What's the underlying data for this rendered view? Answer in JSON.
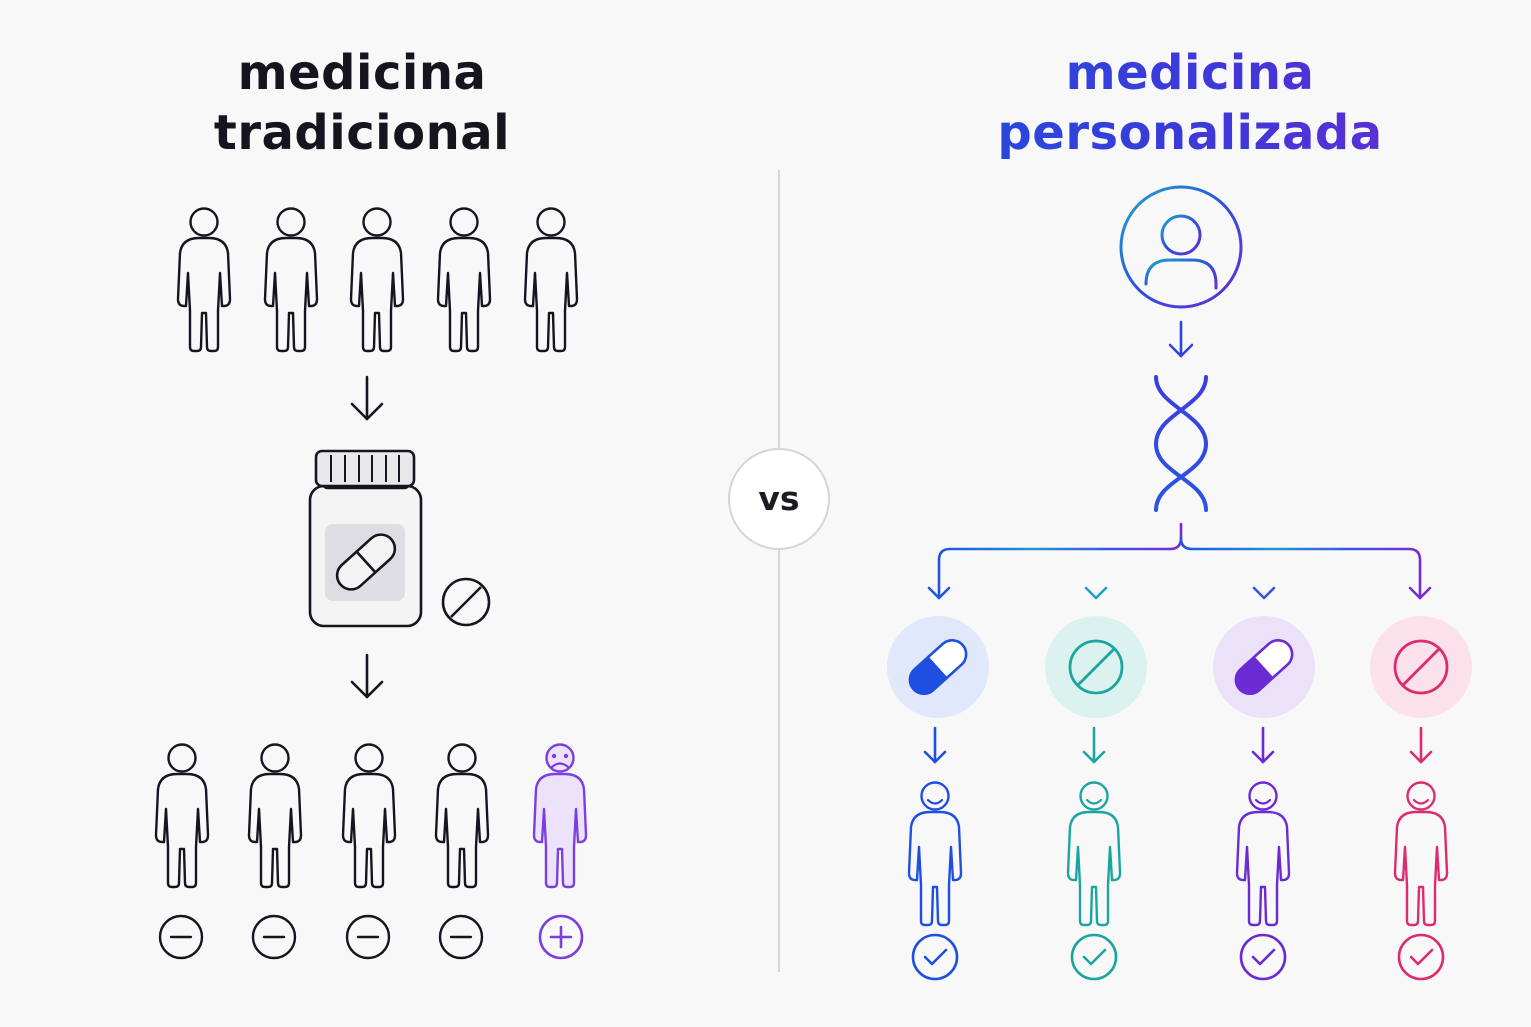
{
  "left": {
    "title_line1": "medicina",
    "title_line2": "tradicional",
    "color": "#16151f",
    "highlight_color": "#7b3fe0",
    "population_icon": "person-icon",
    "drug_icon": "pill-bottle-icon",
    "extra_icon": "pill-tablet-icon",
    "outcomes": [
      {
        "icon": "minus-circle-icon",
        "person": "neutral"
      },
      {
        "icon": "minus-circle-icon",
        "person": "neutral"
      },
      {
        "icon": "minus-circle-icon",
        "person": "neutral"
      },
      {
        "icon": "minus-circle-icon",
        "person": "neutral"
      },
      {
        "icon": "plus-circle-icon",
        "person": "sad-highlighted"
      }
    ]
  },
  "divider": {
    "label": "vs",
    "color": "#d5d5d8"
  },
  "right": {
    "title_line1": "medicina",
    "title_line2": "personalizada",
    "gradient": [
      "#1f4fe0",
      "#6a2ad4"
    ],
    "patient_icon": "user-circle-icon",
    "dna_icon": "dna-icon",
    "branches": [
      {
        "color": "#1f4fe0",
        "bg": "#e1e8fb",
        "treatment_icon": "capsule-icon",
        "outcome_icon": "check-circle-icon"
      },
      {
        "color": "#1aa5a0",
        "bg": "#dcf2ef",
        "treatment_icon": "tablet-icon",
        "outcome_icon": "check-circle-icon"
      },
      {
        "color": "#6a2ad4",
        "bg": "#ebe2fa",
        "treatment_icon": "capsule-icon",
        "outcome_icon": "check-circle-icon"
      },
      {
        "color": "#dc2b6f",
        "bg": "#fbe2ea",
        "treatment_icon": "tablet-icon",
        "outcome_icon": "check-circle-icon"
      }
    ]
  }
}
